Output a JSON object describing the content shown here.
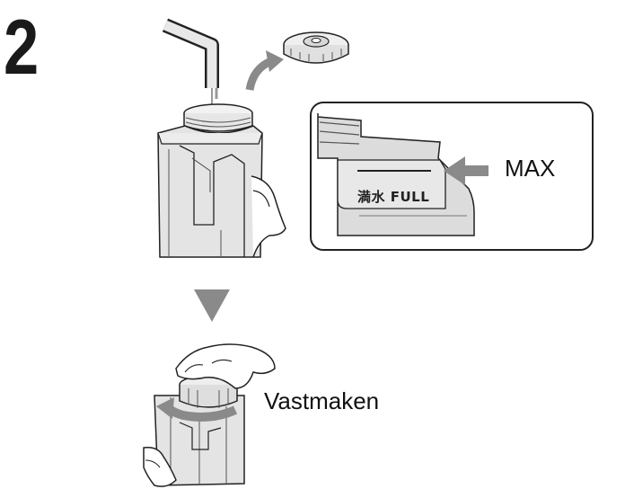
{
  "step": {
    "number": "2"
  },
  "labels": {
    "max": "MAX",
    "full_marking": "満水 FULL",
    "fasten": "Vastmaken"
  },
  "icons": [
    "water-pipe-icon",
    "cap-icon",
    "curved-arrow-icon",
    "down-triangle-icon",
    "rotate-arrow-icon",
    "pointer-arrow-icon"
  ],
  "colors": {
    "line": "#222222",
    "tank_fill": "#e4e4e4",
    "inset_fill": "#dcdcdc",
    "arrow_gray": "#8a8a8a"
  }
}
